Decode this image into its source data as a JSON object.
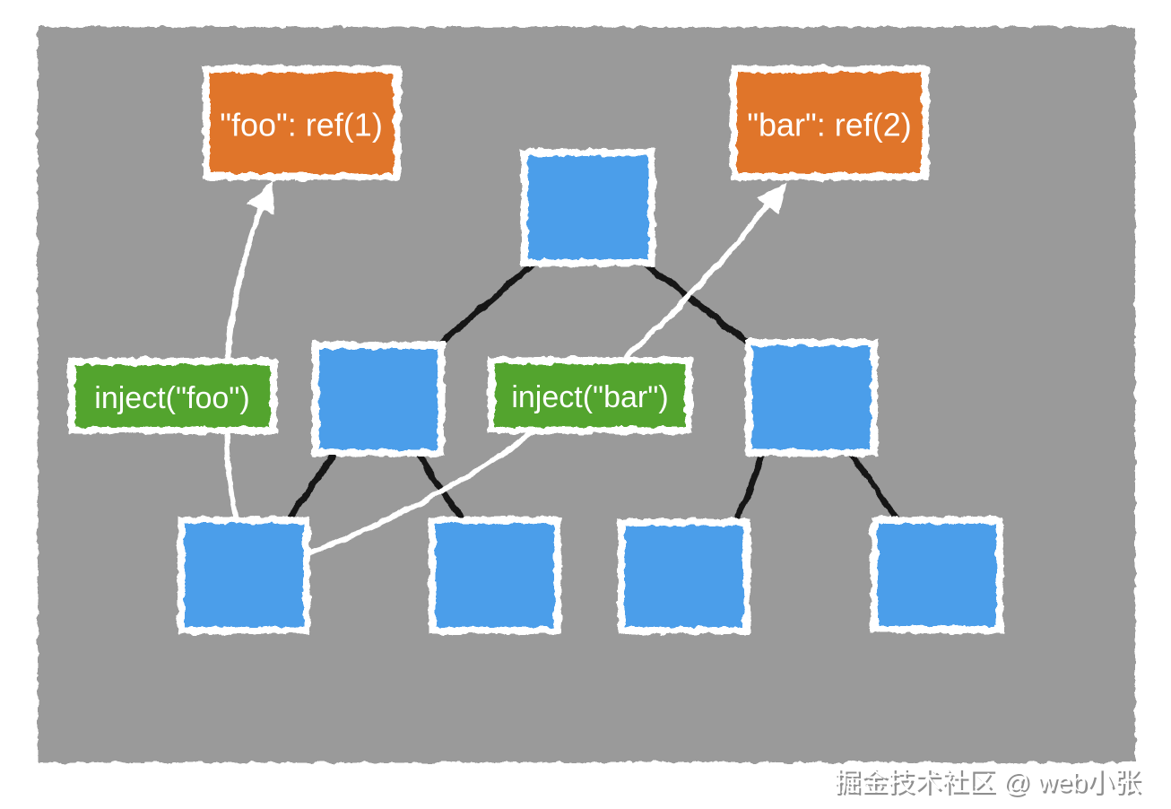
{
  "colors": {
    "board": "#9a9a9a",
    "node_blue": "#4b9eea",
    "provide_orange": "#e0742c",
    "inject_green": "#53a42e",
    "edge_black": "#161616",
    "arrow_white": "#ffffff",
    "label_text": "#ffffff"
  },
  "labels": {
    "provide_foo": "\"foo\": ref(1)",
    "provide_bar": "\"bar\": ref(2)",
    "inject_foo": "inject(\"foo\")",
    "inject_bar": "inject(\"bar\")"
  },
  "watermark": {
    "text": "掘金技术社区 @ web小张"
  }
}
